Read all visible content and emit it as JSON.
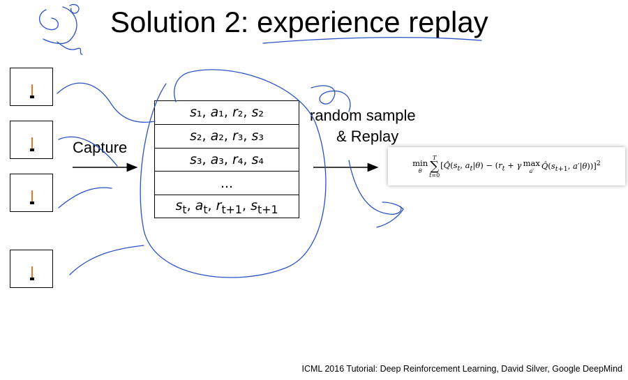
{
  "title": "Solution 2: experience replay",
  "capture_label": "Capture",
  "sample_label_line1": "random sample",
  "sample_label_line2": "& Replay",
  "buffer_rows": [
    "s1, a1, r2, s2",
    "s2, a2, r3, s3",
    "s3, a3, r4, s4",
    "...",
    "st, at, rt+1, st+1"
  ],
  "loss_formula": "min_θ Σ_{t=0}^{T} [Q̂(s_t, a_t|θ) − (r_t + γ max_{a'} Q̂(s_{t+1}, a'|θ))]^2",
  "footer": "ICML 2016 Tutorial: Deep Reinforcement Learning, David Silver, Google DeepMind",
  "colors": {
    "annotation_ink": "#2a52c8",
    "pole": "#e07a2a"
  }
}
